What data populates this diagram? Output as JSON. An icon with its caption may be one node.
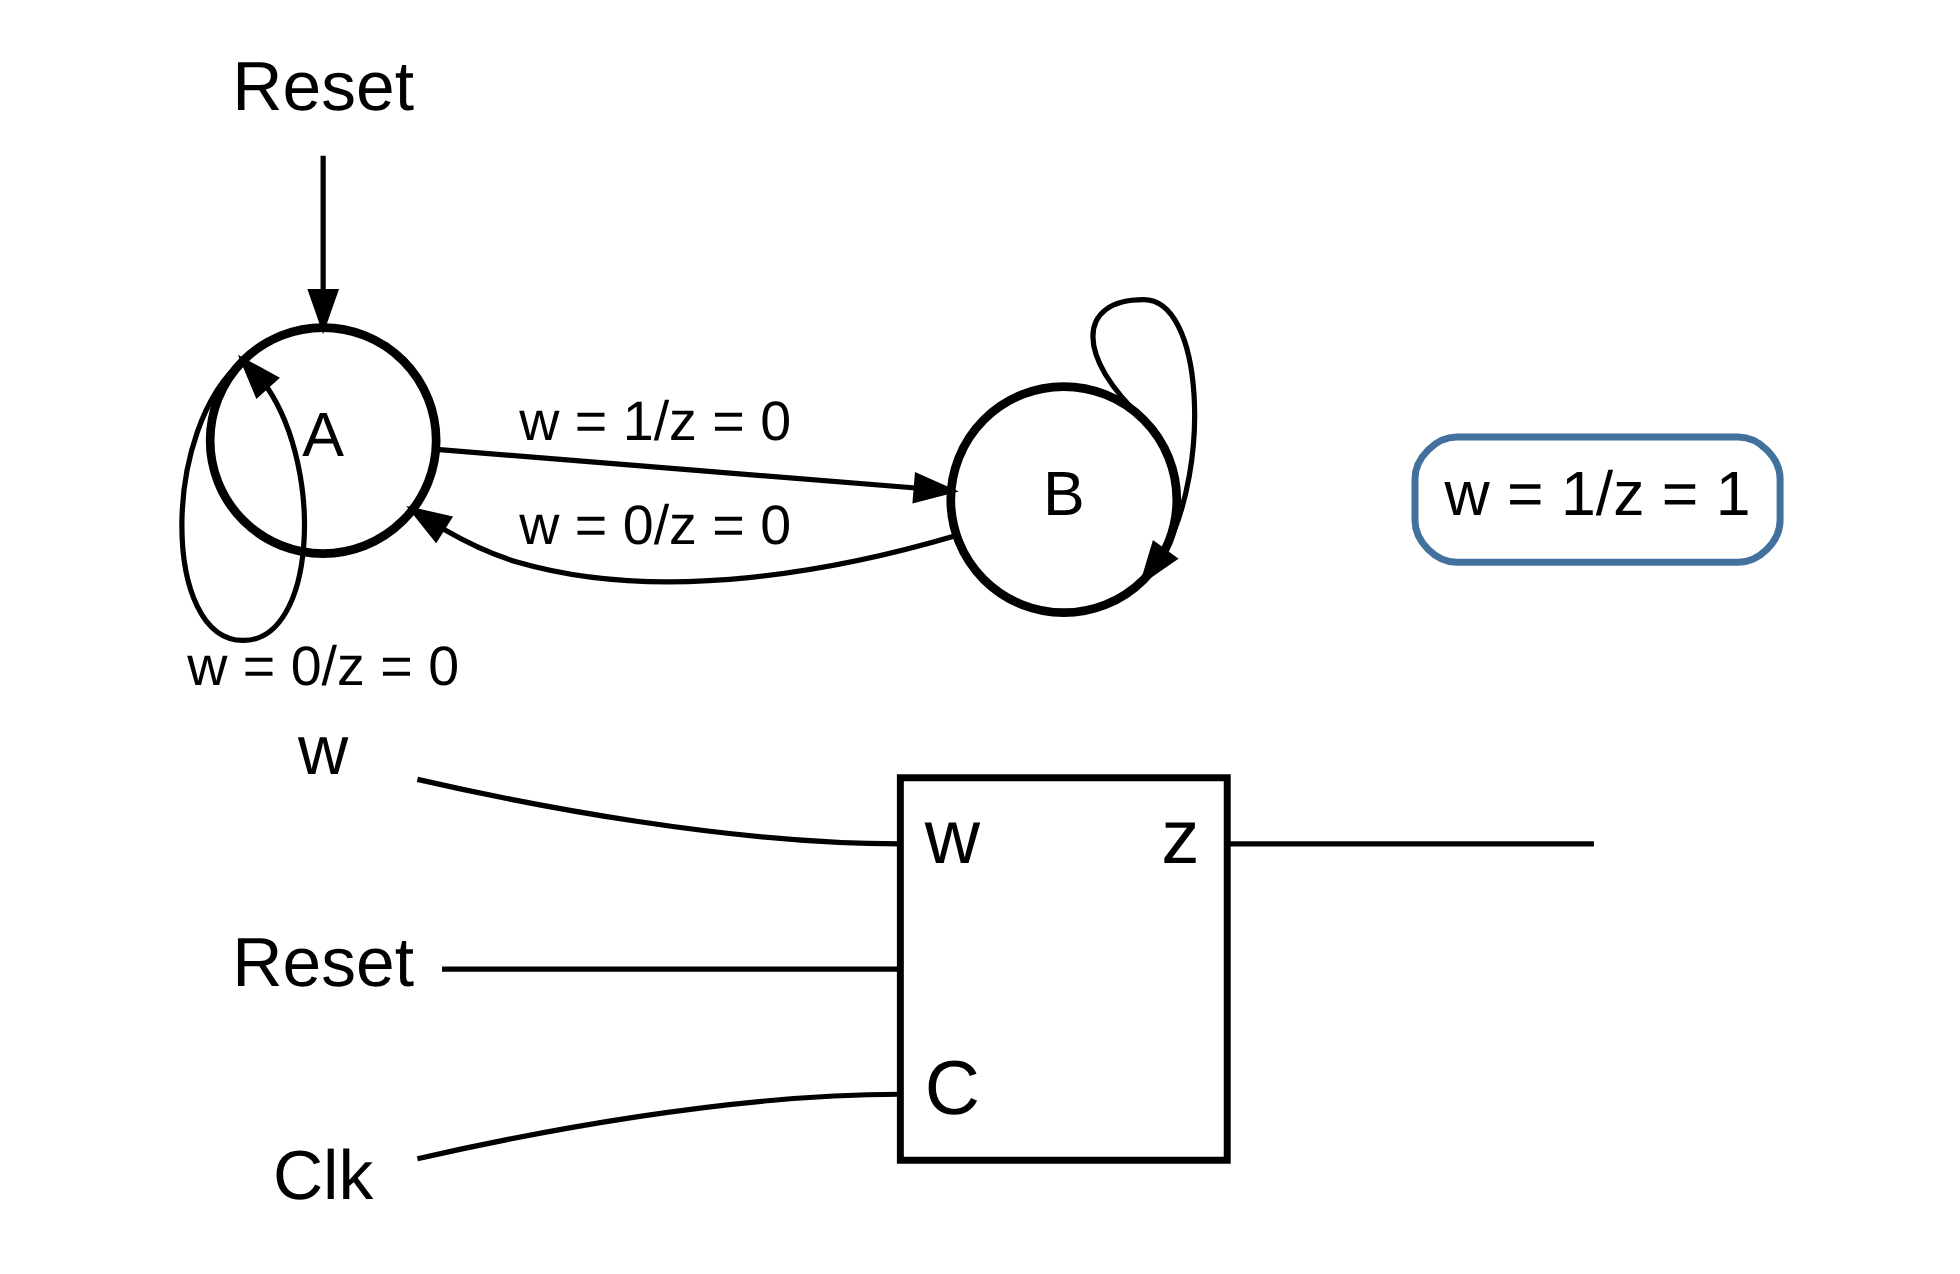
{
  "diagram": {
    "nodes": [
      {
        "text": [
          "w",
          "z",
          "C"
        ]
      },
      {
        "text": [
          "w"
        ]
      },
      {
        "text": [
          "Reset"
        ]
      },
      {
        "text": [
          "Clk"
        ]
      },
      {
        "text": [
          "Reset"
        ]
      },
      {
        "text": [
          "A"
        ]
      },
      {
        "text": [
          "B"
        ]
      },
      {
        "text": [
          "w = 1/z = 1"
        ]
      }
    ],
    "edges": [
      {
        "from": 1,
        "to": 0,
        "arrow": "none"
      },
      {
        "from": 2,
        "to": 0,
        "arrow": "none"
      },
      {
        "from": 3,
        "to": 0,
        "arrow": "none"
      },
      {
        "from": 0,
        "to": null,
        "arrow": "none"
      },
      {
        "from": 4,
        "to": 5,
        "arrow": "to"
      },
      {
        "from": 5,
        "to": 5,
        "label": "w = 0/z = 0",
        "arrow": "to"
      },
      {
        "from": 5,
        "to": 6,
        "label": "w = 1/z = 0",
        "arrow": "to"
      },
      {
        "from": 6,
        "to": 5,
        "label": "w = 0/z = 0",
        "arrow": "to"
      },
      {
        "from": 6,
        "to": 6,
        "arrow": "to"
      }
    ]
  }
}
